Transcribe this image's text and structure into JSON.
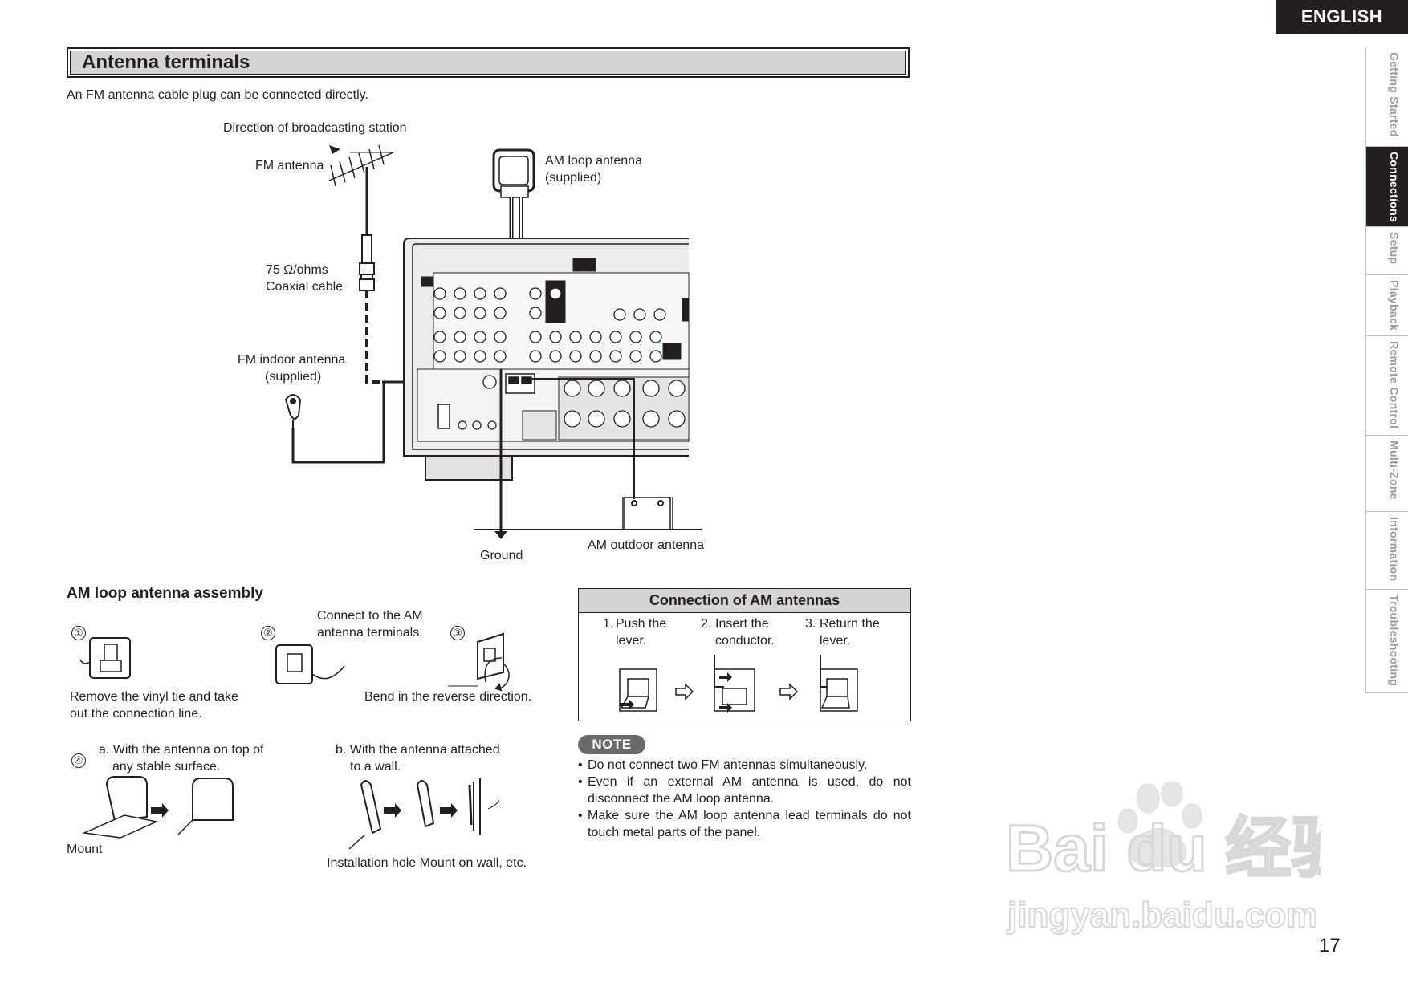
{
  "language_tab": "ENGLISH",
  "side_tabs": [
    {
      "label": "Getting Started",
      "active": false
    },
    {
      "label": "Connections",
      "active": true
    },
    {
      "label": "Setup",
      "active": false
    },
    {
      "label": "Playback",
      "active": false
    },
    {
      "label": "Remote Control",
      "active": false
    },
    {
      "label": "Multi-Zone",
      "active": false
    },
    {
      "label": "Information",
      "active": false
    },
    {
      "label": "Troubleshooting",
      "active": false
    }
  ],
  "section_title": "Antenna terminals",
  "intro": "An FM antenna cable plug can be connected directly.",
  "diagram": {
    "direction": "Direction of broadcasting station",
    "fm_antenna": "FM antenna",
    "am_loop_1": "AM loop antenna",
    "am_loop_2": "(supplied)",
    "coax_1": "75 Ω/ohms",
    "coax_2": "Coaxial cable",
    "fm_indoor_1": "FM indoor antenna",
    "fm_indoor_2": "(supplied)",
    "ground": "Ground",
    "am_outdoor": "AM outdoor antenna"
  },
  "assembly": {
    "title": "AM loop antenna assembly",
    "step1_num": "①",
    "step1_text_1": "Remove the vinyl tie and take",
    "step1_text_2": "out the connection line.",
    "step2_num": "②",
    "step2_text_1": "Connect to the AM",
    "step2_text_2": "antenna terminals.",
    "step3_num": "③",
    "step3_text": "Bend in the reverse direction.",
    "step4_num": "④",
    "step4a_1": "a. With the antenna on top of",
    "step4a_2": "any stable surface.",
    "step4b_1": "b. With  the  antenna  attached",
    "step4b_2": "to a wall.",
    "mount": "Mount",
    "install": "Installation hole Mount on wall, etc."
  },
  "connection": {
    "title": "Connection of AM antennas",
    "steps": [
      {
        "num": "1.",
        "line1": "Push the",
        "line2": "lever."
      },
      {
        "num": "2.",
        "line1": "Insert the",
        "line2": "conductor."
      },
      {
        "num": "3.",
        "line1": "Return the",
        "line2": "lever."
      }
    ]
  },
  "note": {
    "badge": "NOTE",
    "items": [
      "Do not connect two FM antennas simultaneously.",
      "Even if an external AM antenna is used, do not disconnect the AM loop antenna.",
      "Make sure the AM loop antenna lead terminals do not touch metal parts of the panel."
    ]
  },
  "page_number": "17",
  "watermark": {
    "line1": "Bai du 经验",
    "line2": "jingyan.baidu.com"
  }
}
